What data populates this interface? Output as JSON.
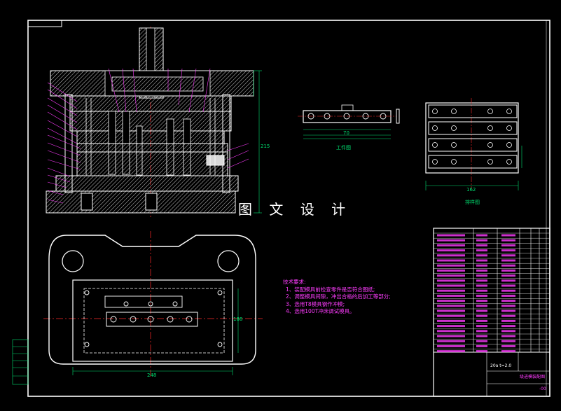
{
  "watermark": "图 文 设 计",
  "views": {
    "workpiece_label": "工件图",
    "layout_label": "排样图"
  },
  "tech_notes": {
    "title": "技术要求:",
    "items": [
      "1、装配模具前检查零件是否符合图纸;",
      "2、调整模具间隙，冲出合格的后加工等部分;",
      "3、选用T8模具钢作冲模;",
      "4、选用100T冲床调试模具。"
    ]
  },
  "title_block": {
    "drawing_title": "级进模装配图",
    "drawing_no": "-00",
    "material": "20a t=2.0"
  },
  "dimensions": {
    "width_main": "248",
    "height_main": "215",
    "die_side": "188",
    "strip_w": "162",
    "part_len": "70"
  },
  "colors": {
    "frame": "#ffffff",
    "part": "#ffffff",
    "center": "#ff2a2a",
    "dim": "#00e070",
    "label": "#ff3cff",
    "hatch": "#ffffff",
    "fill": "#d9d9d9"
  }
}
